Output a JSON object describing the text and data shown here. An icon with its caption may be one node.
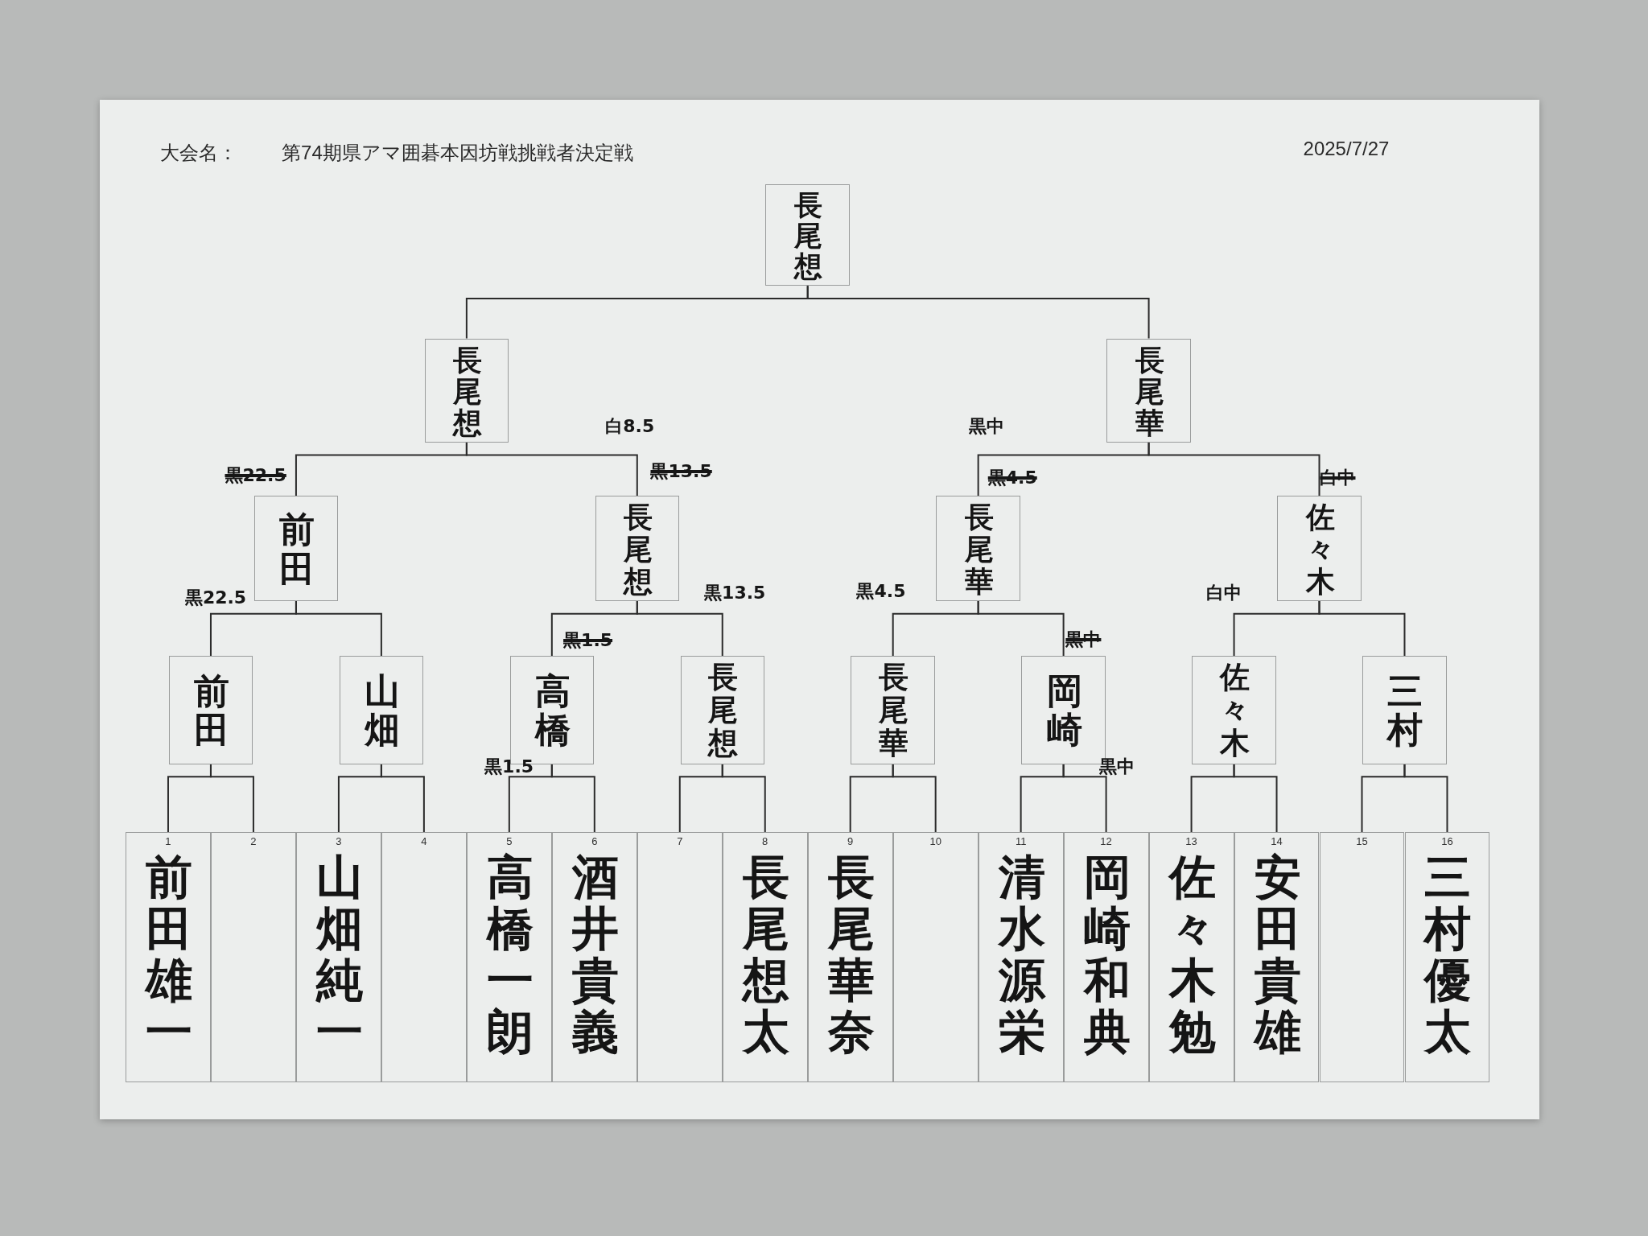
{
  "diagram": {
    "title": "第74期県アマ囲碁本因坊戦挑戦者決定戦",
    "nodes": [
      {
        "text": [
          "長尾想"
        ]
      },
      {
        "text": [
          "長尾想"
        ]
      },
      {
        "text": [
          "長尾華"
        ]
      },
      {
        "text": [
          "前田"
        ]
      },
      {
        "text": [
          "長尾想"
        ]
      },
      {
        "text": [
          "長尾華"
        ]
      },
      {
        "text": [
          "佐々木"
        ]
      },
      {
        "text": [
          "前田"
        ]
      },
      {
        "text": [
          "山畑"
        ]
      },
      {
        "text": [
          "高橋"
        ]
      },
      {
        "text": [
          "長尾想"
        ]
      },
      {
        "text": [
          "長尾華"
        ]
      },
      {
        "text": [
          "岡崎"
        ]
      },
      {
        "text": [
          "佐々木"
        ]
      },
      {
        "text": [
          "三村"
        ]
      },
      {
        "text": [
          "1",
          "前田雄一"
        ]
      },
      {
        "text": [
          "2"
        ]
      },
      {
        "text": [
          "3",
          "山畑純一"
        ]
      },
      {
        "text": [
          "4"
        ]
      },
      {
        "text": [
          "5",
          "高橋一朗"
        ]
      },
      {
        "text": [
          "6",
          "酒井貴義"
        ]
      },
      {
        "text": [
          "7"
        ]
      },
      {
        "text": [
          "8",
          "長尾想太"
        ]
      },
      {
        "text": [
          "9",
          "長尾華奈"
        ]
      },
      {
        "text": [
          "10"
        ]
      },
      {
        "text": [
          "11",
          "清水源栄"
        ]
      },
      {
        "text": [
          "12",
          "岡崎和典"
        ]
      },
      {
        "text": [
          "13",
          "佐々木勉"
        ]
      },
      {
        "text": [
          "14",
          "安田貴雄"
        ]
      },
      {
        "text": [
          "15"
        ]
      },
      {
        "text": [
          "16",
          "三村優太"
        ]
      }
    ],
    "edges": [
      {
        "from": 1,
        "to": 0,
        "arrow": "none"
      },
      {
        "from": 2,
        "to": 0,
        "arrow": "none"
      },
      {
        "from": 3,
        "to": 1,
        "arrow": "none"
      },
      {
        "from": 4,
        "to": 1,
        "arrow": "none"
      },
      {
        "from": 5,
        "to": 2,
        "arrow": "none"
      },
      {
        "from": 6,
        "to": 2,
        "arrow": "none"
      },
      {
        "from": 7,
        "to": 3,
        "arrow": "none"
      },
      {
        "from": 8,
        "to": 3,
        "arrow": "none"
      },
      {
        "from": 9,
        "to": 4,
        "arrow": "none"
      },
      {
        "from": 10,
        "to": 4,
        "arrow": "none"
      },
      {
        "from": 11,
        "to": 5,
        "arrow": "none"
      },
      {
        "from": 12,
        "to": 5,
        "arrow": "none"
      },
      {
        "from": 13,
        "to": 6,
        "arrow": "none"
      },
      {
        "from": 14,
        "to": 6,
        "arrow": "none"
      },
      {
        "from": 15,
        "to": 7,
        "arrow": "none"
      },
      {
        "from": 16,
        "to": 7,
        "arrow": "none"
      },
      {
        "from": 17,
        "to": 8,
        "arrow": "none"
      },
      {
        "from": 18,
        "to": 8,
        "arrow": "none"
      },
      {
        "from": 19,
        "to": 9,
        "arrow": "none"
      },
      {
        "from": 20,
        "to": 9,
        "arrow": "none"
      },
      {
        "from": 21,
        "to": 10,
        "arrow": "none"
      },
      {
        "from": 22,
        "to": 10,
        "arrow": "none"
      },
      {
        "from": 23,
        "to": 11,
        "arrow": "none"
      },
      {
        "from": 24,
        "to": 11,
        "arrow": "none"
      },
      {
        "from": 25,
        "to": 12,
        "arrow": "none"
      },
      {
        "from": 26,
        "to": 12,
        "arrow": "none"
      },
      {
        "from": 27,
        "to": 13,
        "arrow": "none"
      },
      {
        "from": 28,
        "to": 13,
        "arrow": "none"
      },
      {
        "from": 29,
        "to": 14,
        "arrow": "none"
      },
      {
        "from": 30,
        "to": 14,
        "arrow": "none"
      }
    ],
    "labels": [
      "大会名：",
      "2025/7/27",
      "白8.5",
      "黒中",
      "黒22.5",
      "黒13.5",
      "黒4.5",
      "白中",
      "黒22.5",
      "黒13.5",
      "黒4.5",
      "白中",
      "黒1.5",
      "黒中",
      "黒1.5",
      "黒中"
    ]
  }
}
